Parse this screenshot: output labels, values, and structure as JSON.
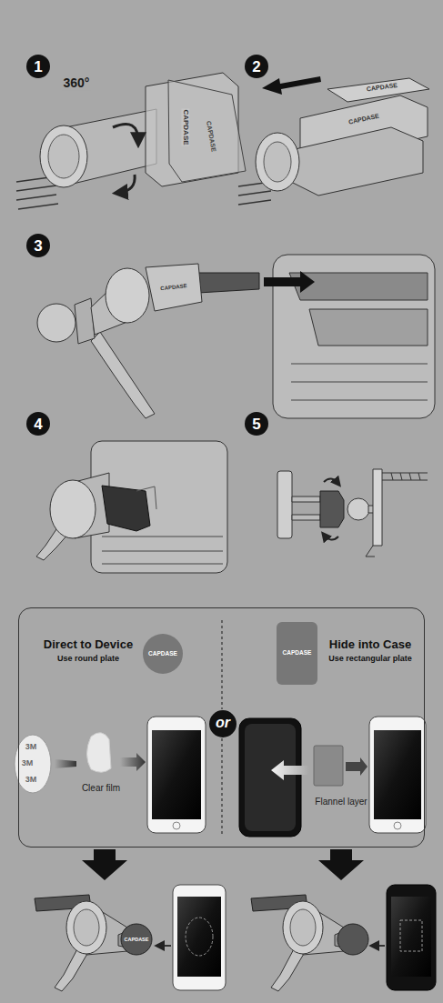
{
  "diagram": {
    "nodes": [
      {
        "text": [
          "1"
        ]
      },
      {
        "text": [
          "2"
        ]
      },
      {
        "text": [
          "3"
        ]
      },
      {
        "text": [
          "4"
        ]
      },
      {
        "text": [
          "5"
        ]
      },
      {
        "text": [
          "Direct to Device",
          "Use round plate",
          "Hide into Case",
          "Use rectangular plate"
        ]
      },
      {
        "text": [
          "CAPDASE"
        ],
        "in": 5
      },
      {
        "text": [
          "or"
        ],
        "in": 5
      },
      {
        "text": [
          "CAPDASE"
        ],
        "in": 5
      }
    ],
    "labels": [
      "360°",
      "CAPDASE",
      "CAPDASE",
      "CAPDASE",
      "CAPDASE",
      "CAPDASE",
      "3M",
      "3M",
      "3M",
      "Clear film",
      "Flannel layer",
      "CAPDASE"
    ]
  }
}
